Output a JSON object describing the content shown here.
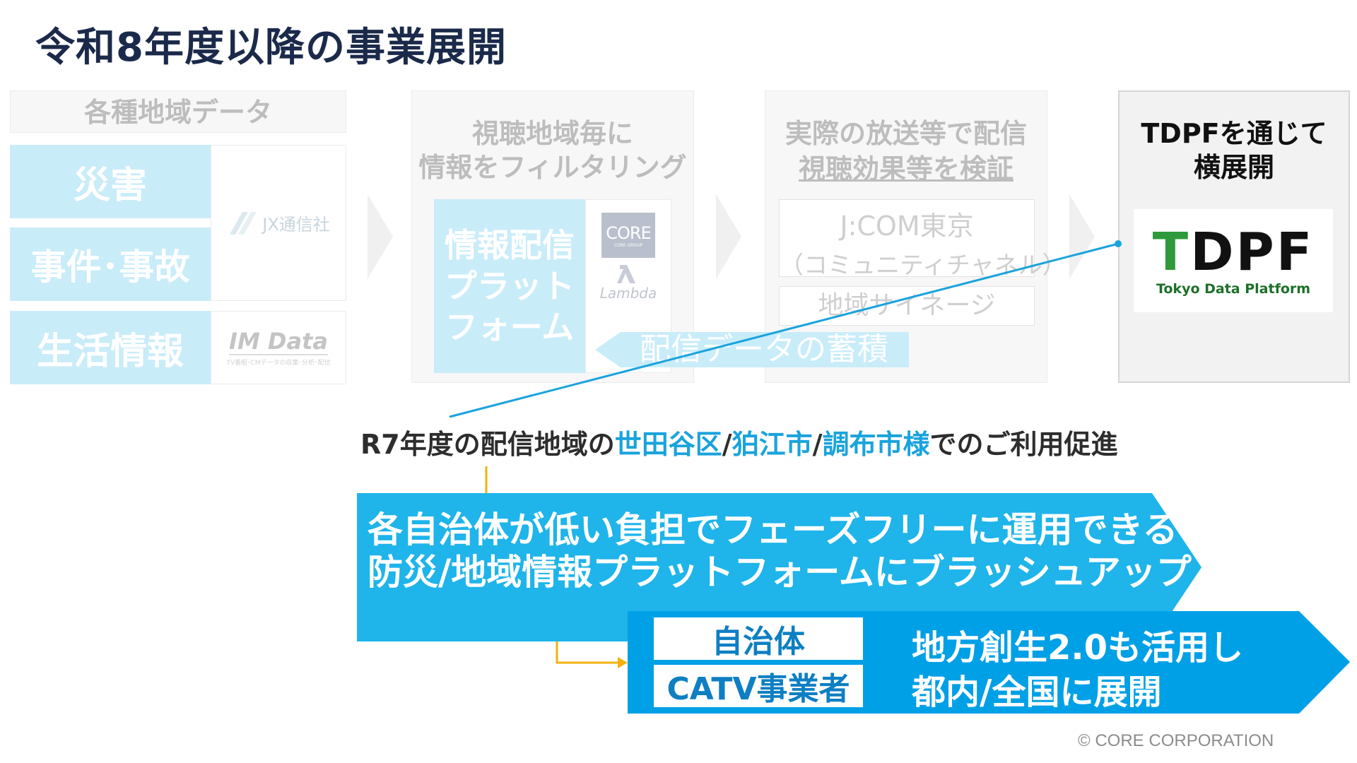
{
  "title": "令和8年度以降の事業展開",
  "col1": {
    "header": "各種地域データ",
    "categories": [
      "災害",
      "事件･事故",
      "生活情報"
    ],
    "logo_jx": "JX通信社",
    "logo_imdata": "IM Data",
    "logo_imdata_sub": "TV番組･CMデータの収集･分析･配信"
  },
  "col2": {
    "header_line1": "視聴地域毎に",
    "header_line2": "情報をフィルタリング",
    "platform_line1": "情報配信",
    "platform_line2": "プラット",
    "platform_line3": "フォーム",
    "logo_core": "CORE",
    "logo_core_sub": "CORE GROUP",
    "logo_lambda": "Lambda"
  },
  "col3": {
    "header_line1": "実際の放送等で配信",
    "header_line2": "視聴効果等を検証",
    "jcom_line1": "J:COM東京",
    "jcom_line2": "（コミュニティチャネル）",
    "signage": "地域サイネージ"
  },
  "accumulation": "配信データの蓄積",
  "col4": {
    "header_line1": "TDPFを通じて",
    "header_line2": "横展開",
    "logo_main": "TDPF",
    "logo_sub": "Tokyo Data Platform"
  },
  "promo": {
    "prefix": "R7年度の配信地域の",
    "area1": "世田谷区",
    "sep1": "/",
    "area2": "狛江市",
    "sep2": "/",
    "area3": "調布市様",
    "suffix": "でのご利用促進"
  },
  "banner1": {
    "line1": "各自治体が低い負担でフェーズフリーに運用できる",
    "line2": "防災/地域情報プラットフォームにブラッシュアップ"
  },
  "banner2": {
    "label1": "自治体",
    "label2": "CATV事業者",
    "line1": "地方創生2.0も活用し",
    "line2": "都内/全国に展開"
  },
  "copyright": "© CORE CORPORATION",
  "colors": {
    "navy": "#1b2a4a",
    "light_blue": "#c9ecf9",
    "blue": "#1aa3dc",
    "banner_blue": "#1fb4ea",
    "deep_blue": "#00a0e6",
    "gold": "#f2b10f",
    "green": "#2e9a3b"
  }
}
